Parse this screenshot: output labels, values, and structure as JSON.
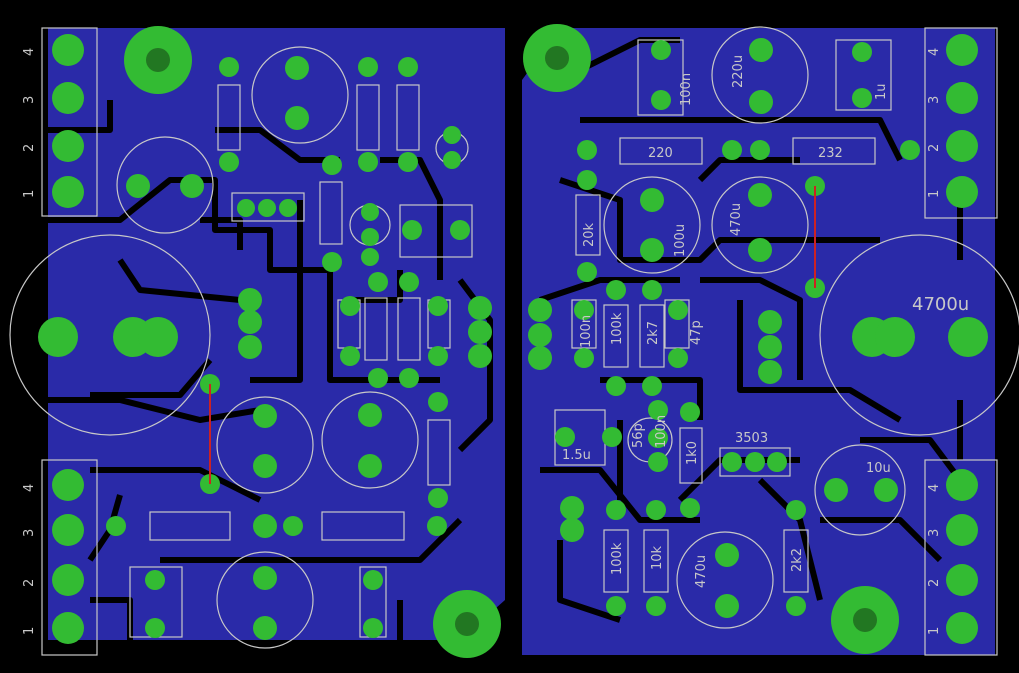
{
  "colors": {
    "background": "#000000",
    "copper": "#2a2aa8",
    "trace_dark": "#1a1a66",
    "pad": "#33bb33",
    "pad_hole": "#227722",
    "silkscreen": "#c8c8c8",
    "jumper": "#cc2222"
  },
  "labels": {
    "left_terminal_top": [
      "4",
      "3",
      "2",
      "1"
    ],
    "left_terminal_bottom": [
      "4",
      "3",
      "2",
      "1"
    ],
    "right_terminal_top": [
      "4",
      "3",
      "2",
      "1"
    ],
    "right_terminal_bottom": [
      "4",
      "3",
      "2",
      "1"
    ],
    "cap_100n": "100n",
    "cap_220u": "220u",
    "cap_1u": "1u",
    "res_220": "220",
    "res_232": "232",
    "res_20k": "20k",
    "cap_100u": "100u",
    "cap_470u_top": "470u",
    "cap_4700u": "4700u",
    "res_100k_mid": "100k",
    "res_2k7": "2k7",
    "cap_47p": "47p",
    "cap_100n_mid": "100n",
    "cap_1_5u": "1.5u",
    "cap_56p": "56p",
    "cap_100n_low": "100n",
    "res_1k0": "1k0",
    "ic_3503": "3503",
    "cap_10u": "10u",
    "res_100k_low": "100k",
    "res_10k": "10k",
    "cap_470u_low": "470u",
    "res_2k2": "2k2"
  }
}
